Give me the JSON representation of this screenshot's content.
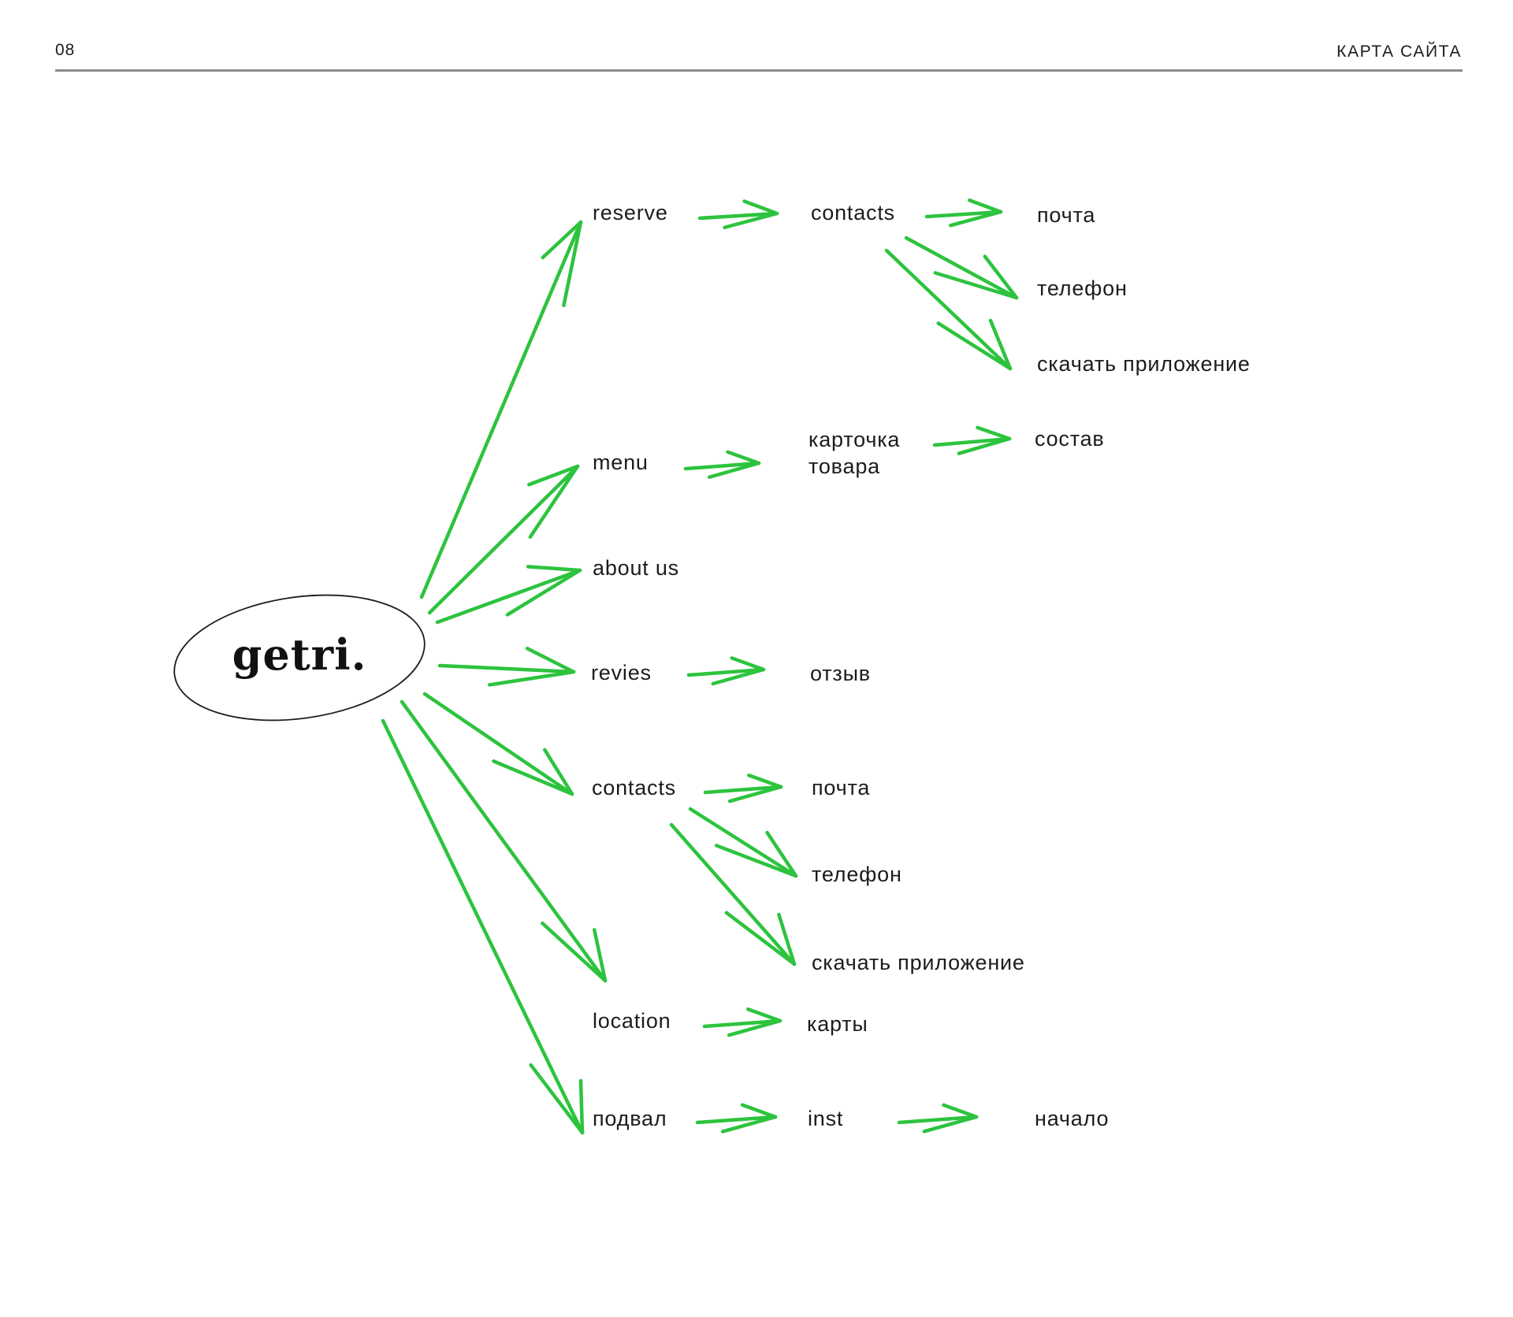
{
  "header": {
    "page_number": "08",
    "section_title": "КАРТА САЙТА"
  },
  "root": {
    "id": "getri",
    "label": "getri."
  },
  "colors": {
    "accent_green": "#2dc33e",
    "text": "#1c1c1c",
    "rule_gray": "#8b8b8b",
    "background": "#ffffff"
  },
  "nodes": [
    {
      "id": "reserve",
      "label": "reserve",
      "level": 1
    },
    {
      "id": "contacts-1",
      "label": "contacts",
      "level": 2
    },
    {
      "id": "pochta-1",
      "label": "почта",
      "level": 3
    },
    {
      "id": "telefon-1",
      "label": "телефон",
      "level": 3
    },
    {
      "id": "skachat-1",
      "label": "скачать приложение",
      "level": 3
    },
    {
      "id": "menu",
      "label": "menu",
      "level": 1
    },
    {
      "id": "kartochka",
      "label": "карточка товара",
      "level": 2
    },
    {
      "id": "sostav",
      "label": "состав",
      "level": 3
    },
    {
      "id": "about-us",
      "label": "about us",
      "level": 1
    },
    {
      "id": "revies",
      "label": "revies",
      "level": 1
    },
    {
      "id": "otzyv",
      "label": "отзыв",
      "level": 2
    },
    {
      "id": "contacts-2",
      "label": "contacts",
      "level": 1
    },
    {
      "id": "pochta-2",
      "label": "почта",
      "level": 2
    },
    {
      "id": "telefon-2",
      "label": "телефон",
      "level": 2
    },
    {
      "id": "skachat-2",
      "label": "скачать приложение",
      "level": 2
    },
    {
      "id": "location",
      "label": "location",
      "level": 1
    },
    {
      "id": "karty",
      "label": "карты",
      "level": 2
    },
    {
      "id": "podval",
      "label": "подвал",
      "level": 1
    },
    {
      "id": "inst",
      "label": "inst",
      "level": 2
    },
    {
      "id": "nachalo",
      "label": "начало",
      "level": 3
    }
  ],
  "edges": [
    {
      "from": "getri",
      "to": "reserve"
    },
    {
      "from": "getri",
      "to": "menu"
    },
    {
      "from": "getri",
      "to": "about-us"
    },
    {
      "from": "getri",
      "to": "revies"
    },
    {
      "from": "getri",
      "to": "contacts-2"
    },
    {
      "from": "getri",
      "to": "location"
    },
    {
      "from": "getri",
      "to": "podval"
    },
    {
      "from": "reserve",
      "to": "contacts-1"
    },
    {
      "from": "contacts-1",
      "to": "pochta-1"
    },
    {
      "from": "contacts-1",
      "to": "telefon-1"
    },
    {
      "from": "contacts-1",
      "to": "skachat-1"
    },
    {
      "from": "menu",
      "to": "kartochka"
    },
    {
      "from": "kartochka",
      "to": "sostav"
    },
    {
      "from": "revies",
      "to": "otzyv"
    },
    {
      "from": "contacts-2",
      "to": "pochta-2"
    },
    {
      "from": "contacts-2",
      "to": "telefon-2"
    },
    {
      "from": "contacts-2",
      "to": "skachat-2"
    },
    {
      "from": "location",
      "to": "karty"
    },
    {
      "from": "podval",
      "to": "inst"
    },
    {
      "from": "inst",
      "to": "nachalo"
    }
  ]
}
